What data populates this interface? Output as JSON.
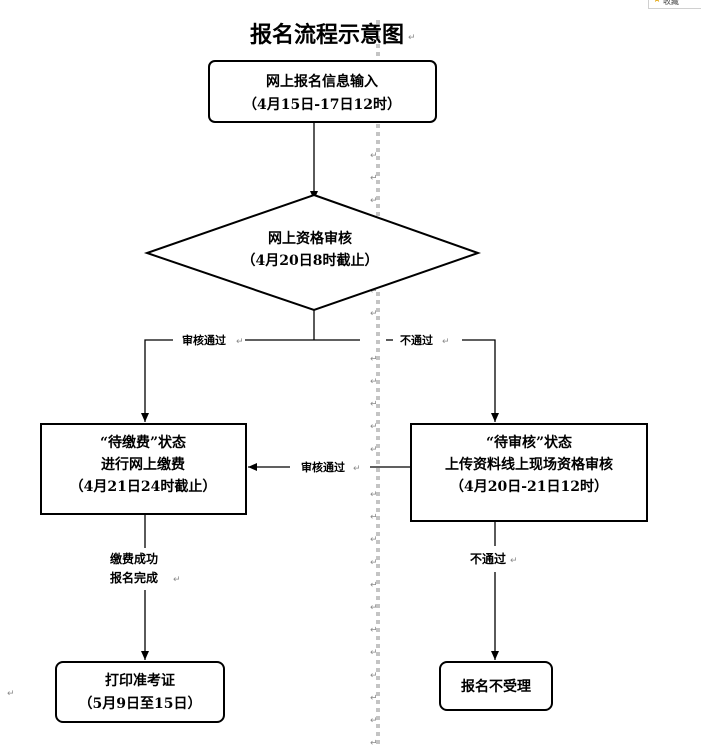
{
  "title": "报名流程示意图",
  "paragraph_mark": "↵",
  "corner_tab": {
    "icon": "star-icon",
    "label": "收藏"
  },
  "nodes": {
    "online_entry": {
      "lines": [
        "网上报名信息输入",
        "（4月15日-17日12时）"
      ]
    },
    "qualification_review": {
      "lines": [
        "网上资格审核",
        "（4月20日8时截止）"
      ]
    },
    "pending_payment": {
      "lines": [
        "“待缴费”状态",
        "进行网上缴费",
        "（4月21日24时截止）"
      ]
    },
    "pending_review": {
      "lines": [
        "“待审核”状态",
        "上传资料线上现场资格审核",
        "（4月20日-21日12时）"
      ]
    },
    "print_ticket": {
      "lines": [
        "打印准考证",
        "（5月9日至15日）"
      ]
    },
    "rejected": {
      "lines": [
        "报名不受理"
      ]
    }
  },
  "edge_labels": {
    "review_passed_left": "审核通过",
    "not_passed_right": "不通过",
    "review_passed_middle": "审核通过",
    "payment_done": [
      "缴费成功",
      "报名完成"
    ],
    "not_passed_bottom": "不通过"
  }
}
